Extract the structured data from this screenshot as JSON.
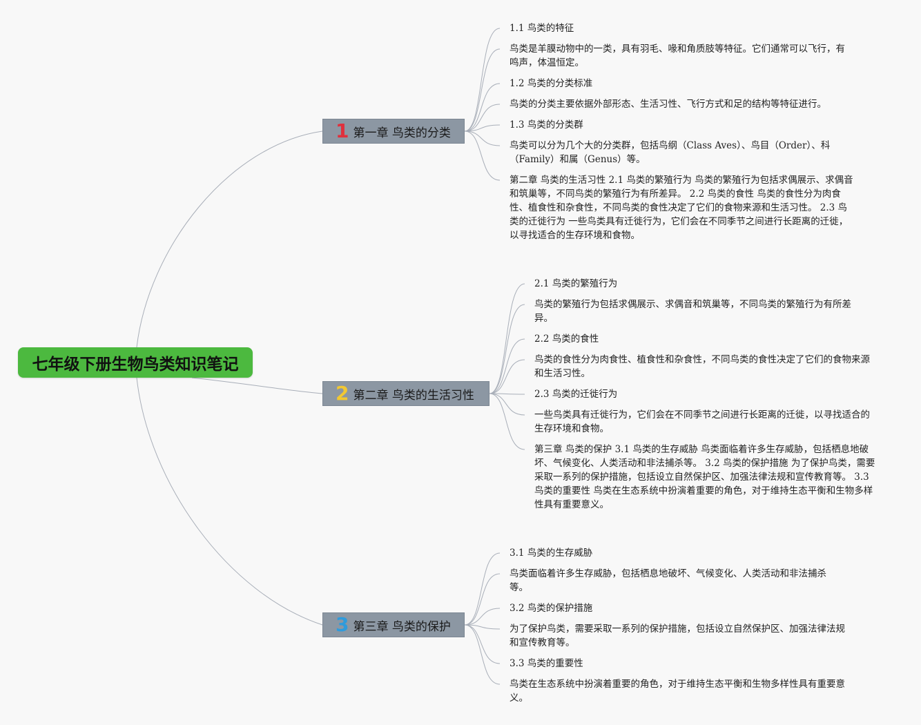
{
  "root": {
    "title": "七年级下册生物鸟类知识笔记"
  },
  "colors": {
    "root_bg": "#4cb93f",
    "branch_bg": "#8c97a3",
    "edge": "#a8aeb8",
    "num1": "#e0303c",
    "num2": "#f2c832",
    "num3": "#2f9bdc"
  },
  "branches": [
    {
      "num": "1",
      "title": "第一章 鸟类的分类",
      "leaves": [
        "1.1 鸟类的特征",
        "鸟类是羊膜动物中的一类，具有羽毛、喙和角质肢等特征。它们通常可以飞行，有鸣声，体温恒定。",
        "1.2 鸟类的分类标准",
        "鸟类的分类主要依据外部形态、生活习性、飞行方式和足的结构等特征进行。",
        "1.3 鸟类的分类群",
        "鸟类可以分为几个大的分类群，包括鸟纲（Class Aves）、鸟目（Order）、科（Family）和属（Genus）等。",
        "第二章 鸟类的生活习性 2.1 鸟类的繁殖行为 鸟类的繁殖行为包括求偶展示、求偶音和筑巢等，不同鸟类的繁殖行为有所差异。 2.2 鸟类的食性 鸟类的食性分为肉食性、植食性和杂食性，不同鸟类的食性决定了它们的食物来源和生活习性。 2.3 鸟类的迁徙行为 一些鸟类具有迁徙行为，它们会在不同季节之间进行长距离的迁徙，以寻找适合的生存环境和食物。"
      ]
    },
    {
      "num": "2",
      "title": "第二章 鸟类的生活习性",
      "leaves": [
        "2.1 鸟类的繁殖行为",
        "鸟类的繁殖行为包括求偶展示、求偶音和筑巢等，不同鸟类的繁殖行为有所差异。",
        "2.2 鸟类的食性",
        "鸟类的食性分为肉食性、植食性和杂食性，不同鸟类的食性决定了它们的食物来源和生活习性。",
        "2.3 鸟类的迁徙行为",
        "一些鸟类具有迁徙行为，它们会在不同季节之间进行长距离的迁徙，以寻找适合的生存环境和食物。",
        "第三章 鸟类的保护 3.1 鸟类的生存威胁 鸟类面临着许多生存威胁，包括栖息地破坏、气候变化、人类活动和非法捕杀等。 3.2 鸟类的保护措施 为了保护鸟类，需要采取一系列的保护措施，包括设立自然保护区、加强法律法规和宣传教育等。 3.3 鸟类的重要性 鸟类在生态系统中扮演着重要的角色，对于维持生态平衡和生物多样性具有重要意义。"
      ]
    },
    {
      "num": "3",
      "title": "第三章 鸟类的保护",
      "leaves": [
        "3.1 鸟类的生存威胁",
        "鸟类面临着许多生存威胁，包括栖息地破坏、气候变化、人类活动和非法捕杀等。",
        "3.2 鸟类的保护措施",
        "为了保护鸟类，需要采取一系列的保护措施，包括设立自然保护区、加强法律法规和宣传教育等。",
        "3.3 鸟类的重要性",
        "鸟类在生态系统中扮演着重要的角色，对于维持生态平衡和生物多样性具有重要意义。"
      ]
    }
  ]
}
